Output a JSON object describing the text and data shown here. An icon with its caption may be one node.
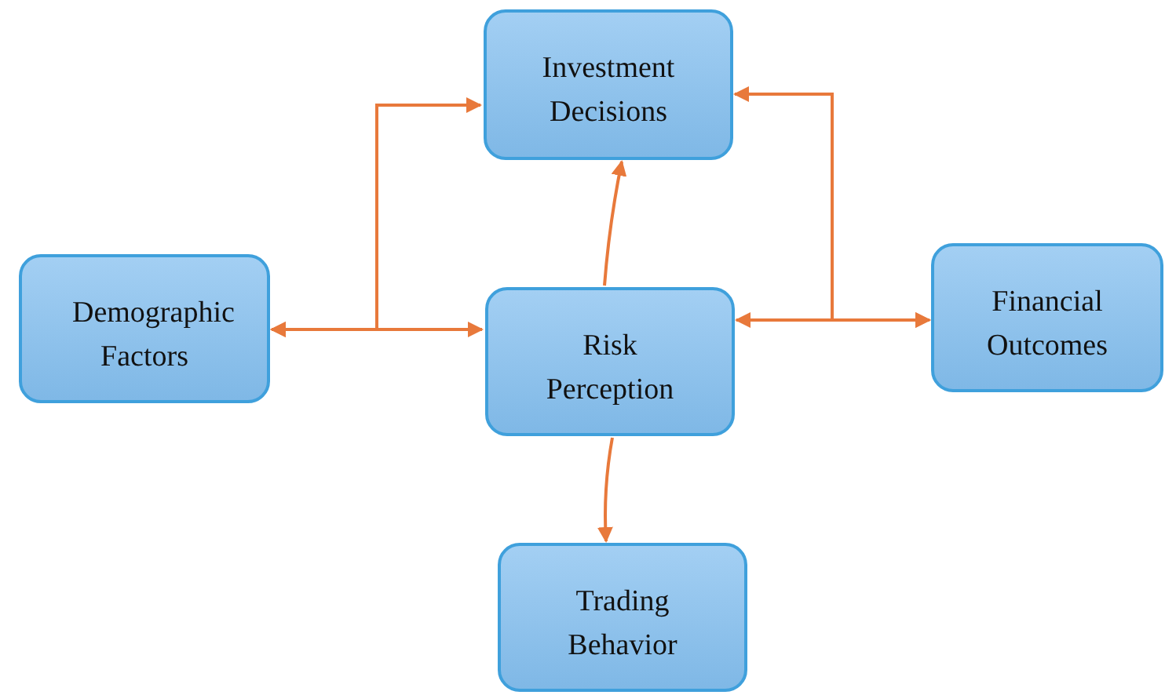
{
  "diagram": {
    "nodes": [
      {
        "text": [
          "Investment Decisions"
        ]
      },
      {
        "text": [
          "Demographic Factors"
        ]
      },
      {
        "text": [
          "Risk Perception"
        ]
      },
      {
        "text": [
          "Financial Outcomes"
        ]
      },
      {
        "text": [
          "Trading Behavior"
        ]
      }
    ],
    "edges": [
      {
        "from": 1,
        "to": 2,
        "arrow": "both"
      },
      {
        "from": 1,
        "to": 0,
        "arrow": "both"
      },
      {
        "from": 3,
        "to": 2,
        "arrow": "both"
      },
      {
        "from": 3,
        "to": 0,
        "arrow": "both"
      },
      {
        "from": 2,
        "to": 0,
        "arrow": "to"
      },
      {
        "from": 2,
        "to": 4,
        "arrow": "to"
      }
    ]
  }
}
